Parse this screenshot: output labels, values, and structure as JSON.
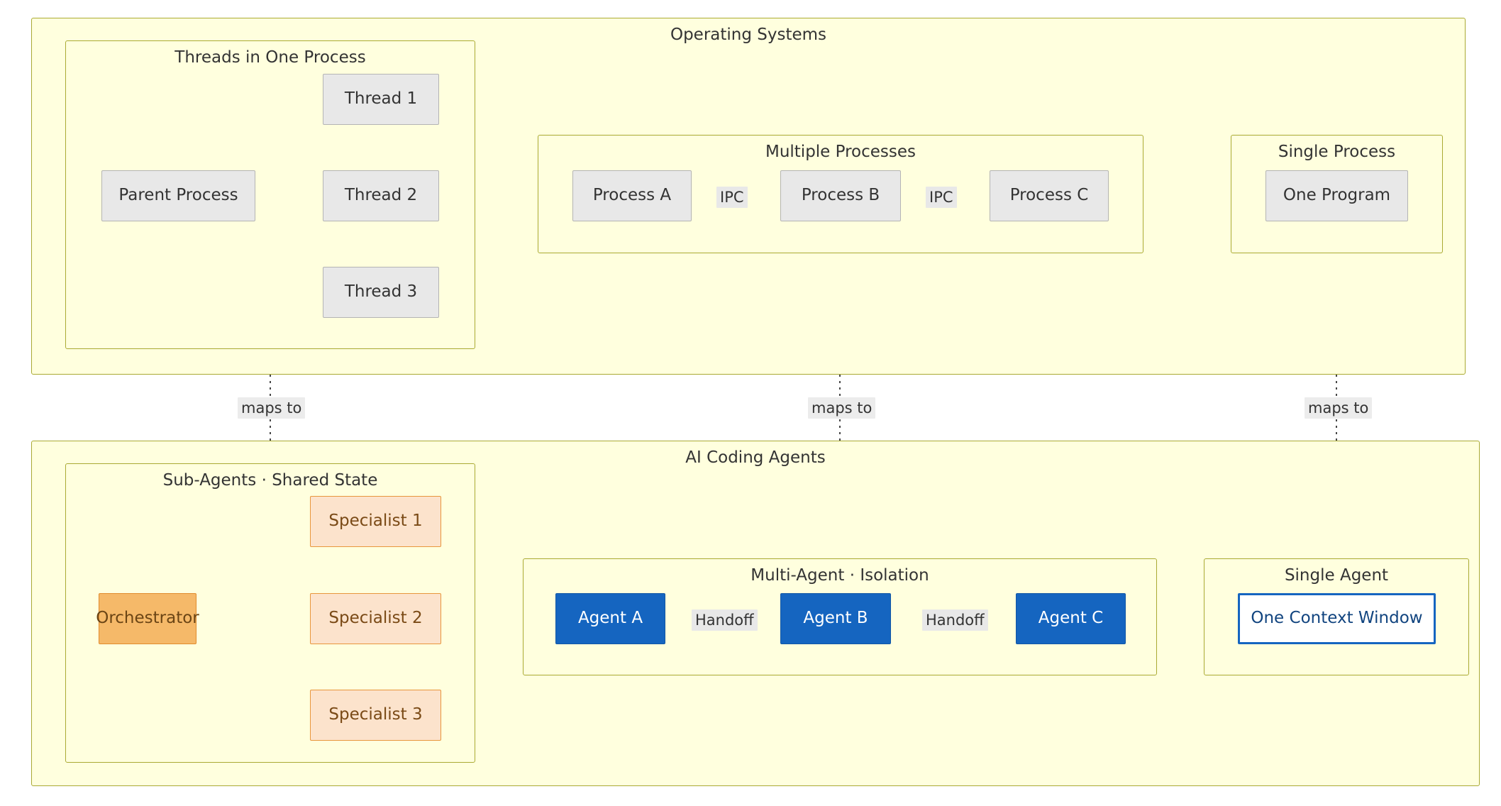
{
  "diagram": {
    "title_top": "Operating Systems",
    "title_bottom": "AI Coding Agents",
    "clusters": {
      "threads": {
        "title": "Threads in One Process"
      },
      "processes": {
        "title": "Multiple Processes"
      },
      "single_process": {
        "title": "Single Process"
      },
      "subagents": {
        "title": "Sub-Agents · Shared State"
      },
      "multiagent": {
        "title": "Multi-Agent · Isolation"
      },
      "single_agent": {
        "title": "Single Agent"
      }
    },
    "nodes": {
      "parent_process": "Parent Process",
      "thread1": "Thread 1",
      "thread2": "Thread 2",
      "thread3": "Thread 3",
      "process_a": "Process A",
      "process_b": "Process B",
      "process_c": "Process C",
      "one_program": "One Program",
      "orchestrator": "Orchestrator",
      "specialist1": "Specialist 1",
      "specialist2": "Specialist 2",
      "specialist3": "Specialist 3",
      "agent_a": "Agent A",
      "agent_b": "Agent B",
      "agent_c": "Agent C",
      "one_context_window": "One Context Window"
    },
    "edge_labels": {
      "ipc_ab": "IPC",
      "ipc_bc": "IPC",
      "handoff_ab": "Handoff",
      "handoff_bc": "Handoff",
      "maps_to_left": "maps to",
      "maps_to_middle": "maps to",
      "maps_to_right": "maps to"
    },
    "colors": {
      "cluster_fill": "#ffffde",
      "cluster_stroke": "#aaaa33",
      "node_gray_fill": "#e8e8e8",
      "node_gray_stroke": "#b4b4b4",
      "orchestrator_fill": "#f5b969",
      "orchestrator_stroke": "#e08c2e",
      "specialist_fill": "#fce3cc",
      "specialist_stroke": "#e8963c",
      "agent_fill": "#1565c0",
      "context_stroke": "#1565c0",
      "edge_stroke": "#333333",
      "label_bg": "#e8e8e8"
    }
  }
}
